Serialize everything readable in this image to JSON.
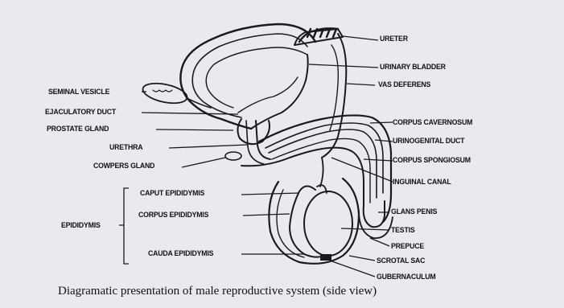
{
  "labels": {
    "ureter": "URETER",
    "urinary_bladder": "URINARY BLADDER",
    "vas_deferens": "VAS DEFERENS",
    "seminal_vesicle": "SEMINAL VESICLE",
    "ejaculatory_duct": "EJACULATORY DUCT",
    "prostate_gland": "PROSTATE GLAND",
    "urethra": "URETHRA",
    "cowpers_gland": "COWPERS GLAND",
    "corpus_cavernosum": "CORPUS CAVERNOSUM",
    "urinogenital_duct": "URINOGENITAL DUCT",
    "corpus_spongiosum": "CORPUS SPONGIOSUM",
    "inguinal_canal": "INGUINAL CANAL",
    "caput_epididymis": "CAPUT EPIDIDYMIS",
    "corpus_epididymis": "CORPUS EPIDIDYMIS",
    "epididymis": "EPIDIDYMIS",
    "glans_penis": "GLANS PENIS",
    "testis": "TESTIS",
    "prepuce": "PREPUCE",
    "cauda_epididymis": "CAUDA EPIDIDYMIS",
    "scrotal_sac": "SCROTAL SAC",
    "gubernaculum": "GUBERNACULUM"
  },
  "caption": "Diagramatic presentation of male reproductive system (side view)"
}
